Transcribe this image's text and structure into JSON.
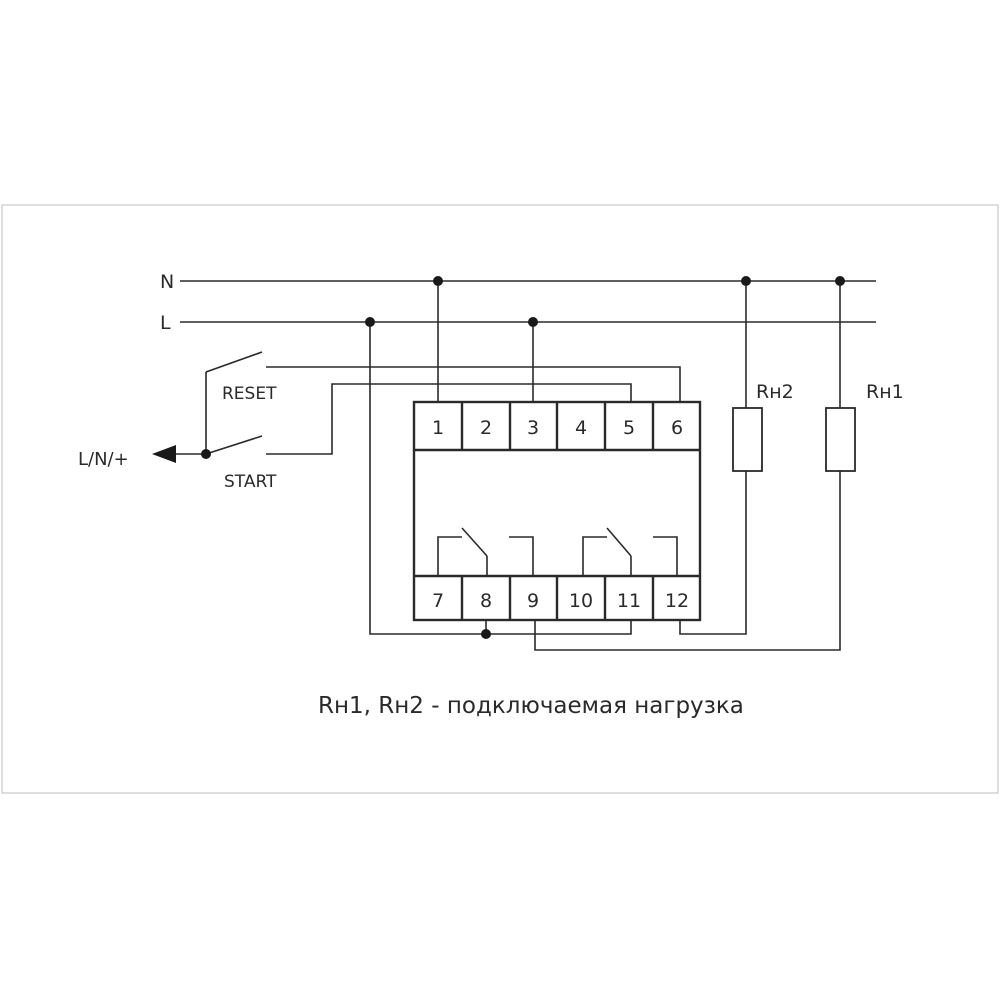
{
  "buses": {
    "n_label": "N",
    "l_label": "L"
  },
  "source": {
    "label": "L/N/+"
  },
  "switches": {
    "reset_label": "RESET",
    "start_label": "START"
  },
  "terminals": {
    "top": [
      "1",
      "2",
      "3",
      "4",
      "5",
      "6"
    ],
    "bottom": [
      "7",
      "8",
      "9",
      "10",
      "11",
      "12"
    ]
  },
  "loads": {
    "rh2_label": "Rн2",
    "rh1_label": "Rн1"
  },
  "caption": "Rн1, Rн2  - подключаемая нагрузка"
}
